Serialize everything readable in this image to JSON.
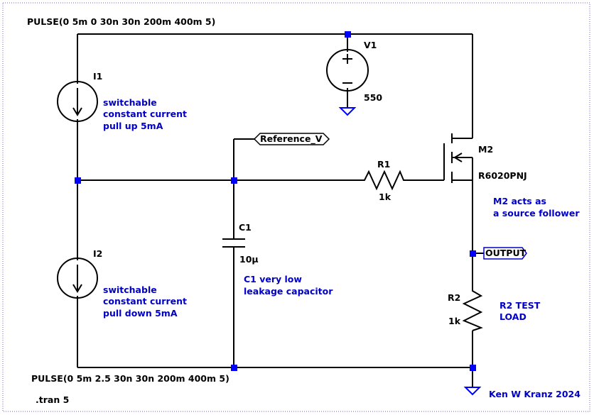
{
  "schematic": {
    "directives": {
      "pulse_top": "PULSE(0 5m 0 30n 30n 200m 400m 5)",
      "pulse_bottom": "PULSE(0 5m 2.5 30n 30n 200m 400m 5)",
      "tran": ".tran 5"
    },
    "components": {
      "i1": {
        "name": "I1",
        "note": [
          "switchable",
          "constant current",
          "pull up 5mA"
        ]
      },
      "i2": {
        "name": "I2",
        "note": [
          "switchable",
          "constant current",
          "pull down 5mA"
        ]
      },
      "v1": {
        "name": "V1",
        "value": "550"
      },
      "r1": {
        "name": "R1",
        "value": "1k"
      },
      "c1": {
        "name": "C1",
        "value": "10µ",
        "note": [
          "C1 very low",
          "leakage capacitor"
        ]
      },
      "m2": {
        "name": "M2",
        "value": "R6020PNJ",
        "note": [
          "M2 acts as",
          "a source follower"
        ]
      },
      "r2": {
        "name": "R2",
        "value": "1k",
        "note": [
          "R2 TEST",
          "LOAD"
        ]
      }
    },
    "net_labels": {
      "reference": "Reference_V",
      "output": "OUTPUT"
    },
    "author": "Ken W Kranz 2024",
    "colors": {
      "wire": "#000000",
      "junction": "#0000ff",
      "note_text": "#0000c8",
      "border": "#6666cc"
    }
  }
}
